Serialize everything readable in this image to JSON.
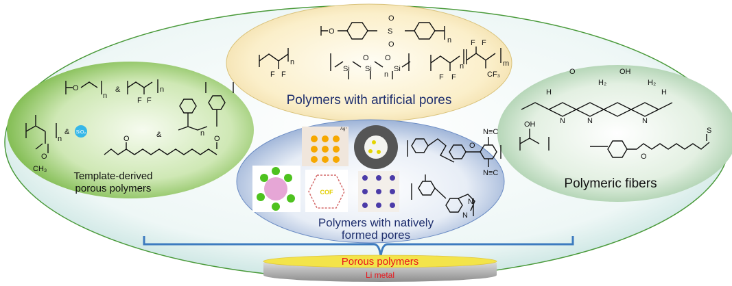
{
  "title": "Porous polymers on Li metal",
  "categories": {
    "artificial": "Polymers with artificial pores",
    "template": [
      "Template-derived",
      "porous polymers"
    ],
    "native": [
      "Polymers with natively",
      "formed pores"
    ],
    "fibers": "Polymeric fibers"
  },
  "base": {
    "top_layer": "Porous polymers",
    "bottom_layer": "Li metal"
  },
  "chem_labels": {
    "ampersand": "&",
    "sio2": "SiO₂",
    "cof": "COF",
    "n": "n",
    "m": "m",
    "F": "F",
    "O": "O",
    "S": "S",
    "Si": "Si",
    "OH": "OH",
    "N": "N",
    "CH3": "CH₃",
    "CF3": "CF₃",
    "H2": "H₂",
    "H": "H",
    "C": "C",
    "CN": "N≡C",
    "Ag": "Ag⁺"
  },
  "colors": {
    "artificial_fill": "#f7e9be",
    "template_fill": "#8cc65a",
    "native_fill": "#9db4d8",
    "fibers_fill": "#a9cfa8",
    "label_blue": "#1f2f6e",
    "label_red": "#e8151b",
    "li_metal": "#b5b5b5",
    "porous_layer": "#f3e44a"
  }
}
